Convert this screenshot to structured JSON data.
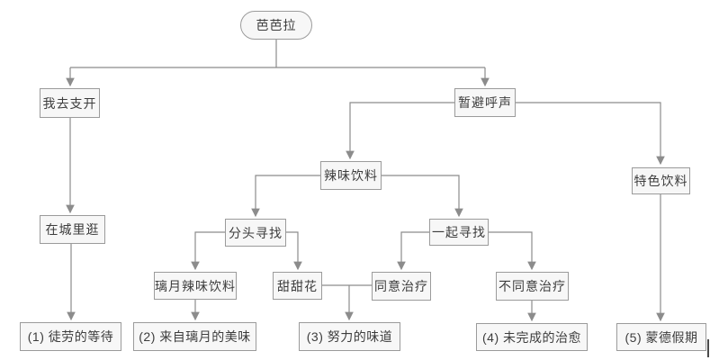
{
  "colors": {
    "background": "#ffffff",
    "node_fill": "#f7f7f7",
    "node_border": "#9b9b9b",
    "edge": "#8c8c8c",
    "text": "#3d3d3d"
  },
  "nodes": {
    "barbara": {
      "label": "芭芭拉"
    },
    "distract": {
      "label": "我去支开"
    },
    "avoid_call": {
      "label": "暂避呼声"
    },
    "spicy_drink": {
      "label": "辣味饮料"
    },
    "special_drink": {
      "label": "特色饮料"
    },
    "stroll_city": {
      "label": "在城里逛"
    },
    "search_separately": {
      "label": "分头寻找"
    },
    "search_together": {
      "label": "一起寻找"
    },
    "liyue_spicy_drink": {
      "label": "璃月辣味饮料"
    },
    "sweet_flower": {
      "label": "甜甜花"
    },
    "agree_treatment": {
      "label": "同意治疗"
    },
    "refuse_treatment": {
      "label": "不同意治疗"
    },
    "ending_1": {
      "label": "(1) 徒劳的等待"
    },
    "ending_2": {
      "label": "(2) 来自璃月的美味"
    },
    "ending_3": {
      "label": "(3) 努力的味道"
    },
    "ending_4": {
      "label": "(4) 未完成的治愈"
    },
    "ending_5": {
      "label": "(5) 蒙德假期"
    }
  },
  "edges": [
    {
      "from": "barbara",
      "to": "distract"
    },
    {
      "from": "barbara",
      "to": "avoid_call"
    },
    {
      "from": "distract",
      "to": "stroll_city"
    },
    {
      "from": "stroll_city",
      "to": "ending_1"
    },
    {
      "from": "avoid_call",
      "to": "spicy_drink"
    },
    {
      "from": "avoid_call",
      "to": "special_drink"
    },
    {
      "from": "spicy_drink",
      "to": "search_separately"
    },
    {
      "from": "spicy_drink",
      "to": "search_together"
    },
    {
      "from": "search_separately",
      "to": "liyue_spicy_drink"
    },
    {
      "from": "search_separately",
      "to": "sweet_flower"
    },
    {
      "from": "search_together",
      "to": "agree_treatment"
    },
    {
      "from": "search_together",
      "to": "refuse_treatment"
    },
    {
      "from": "liyue_spicy_drink",
      "to": "ending_2"
    },
    {
      "from": "sweet_flower",
      "to": "ending_3"
    },
    {
      "from": "agree_treatment",
      "to": "ending_3"
    },
    {
      "from": "refuse_treatment",
      "to": "ending_4"
    },
    {
      "from": "special_drink",
      "to": "ending_5"
    }
  ]
}
